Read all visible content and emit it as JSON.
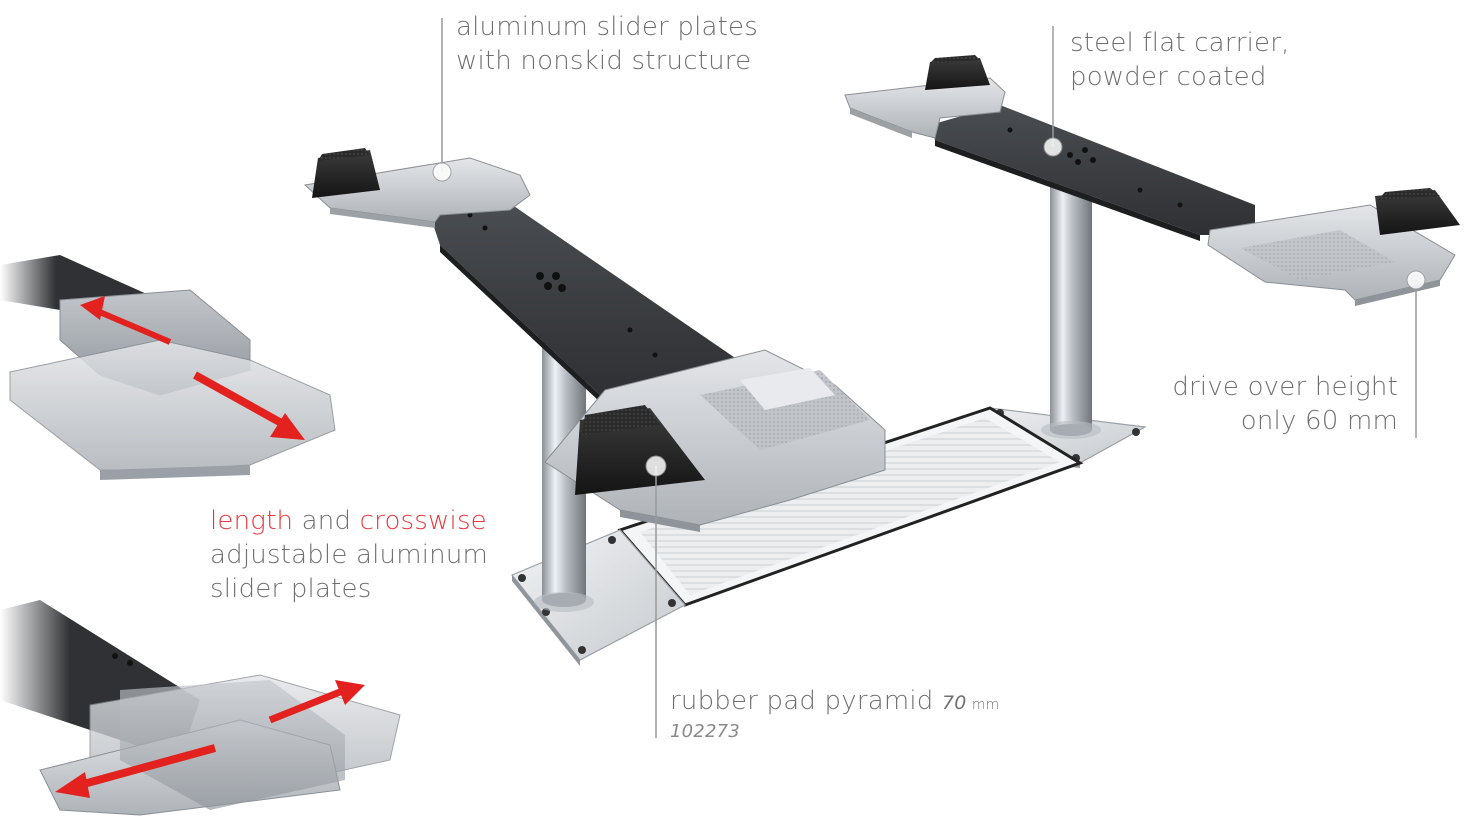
{
  "callouts": {
    "slider_plates": {
      "line1": "aluminum slider plates",
      "line2": "with nonskid structure"
    },
    "carrier": {
      "line1": "steel flat carrier,",
      "line2": "powder coated"
    },
    "drive_over": {
      "line1": "drive over height",
      "line2": "only 60 mm"
    },
    "adjustable": {
      "word_length": "length",
      "word_and": " and ",
      "word_crosswise": "crosswise",
      "line2": "adjustable aluminum",
      "line3": "slider plates"
    },
    "rubber_pad": {
      "line1": "rubber pad pyramid",
      "size": "70",
      "unit": "mm",
      "part_number": "102273"
    }
  },
  "colors": {
    "text": "#707070",
    "accent": "#e8373b",
    "leader": "#9a9a9a",
    "carrier": "#3a3c3f",
    "aluminum": "#c9ccd0",
    "rubber": "#2a2a2a",
    "arrow": "#e3221f"
  }
}
